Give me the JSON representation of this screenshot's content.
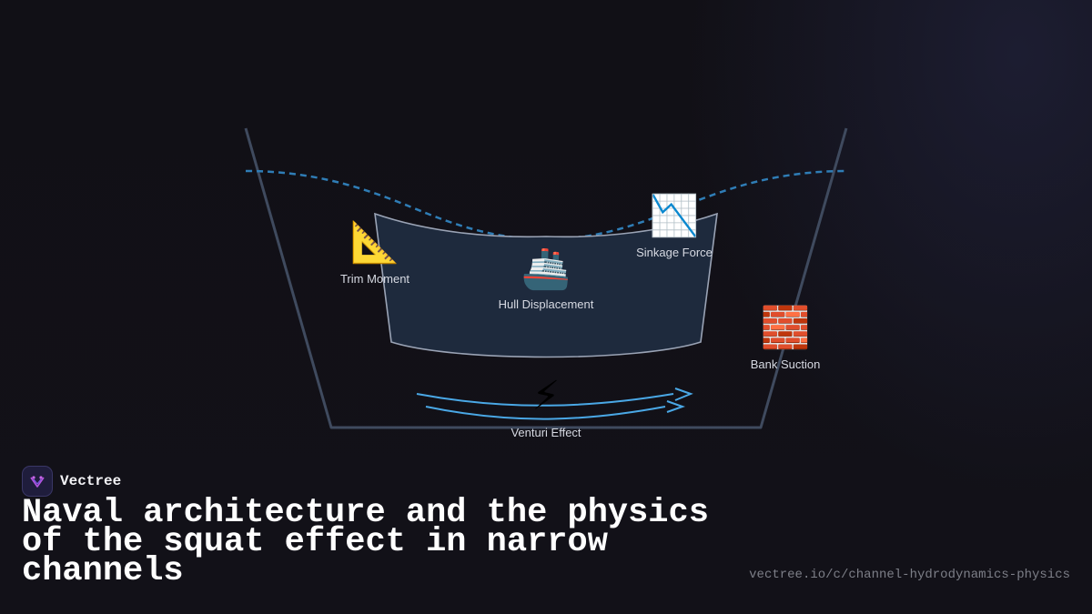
{
  "diagram": {
    "nodes": [
      {
        "id": "trim",
        "label": "Trim Moment",
        "icon": "triangular-ruler-icon",
        "emoji": "📐"
      },
      {
        "id": "hull",
        "label": "Hull Displacement",
        "icon": "ship-icon",
        "emoji": "🚢"
      },
      {
        "id": "sinkage",
        "label": "Sinkage Force",
        "icon": "chart-decreasing-icon",
        "emoji": "📉"
      },
      {
        "id": "bank",
        "label": "Bank Suction",
        "icon": "brick-wall-icon",
        "emoji": "🧱"
      },
      {
        "id": "venturi",
        "label": "Venturi Effect",
        "icon": "lightning-icon",
        "emoji": "⚡"
      }
    ],
    "colors": {
      "channel_outline": "#3f4a5e",
      "water_line": "#2f7db6",
      "hull_fill": "#1e2a3d",
      "hull_stroke": "#9aa3b5",
      "flow_lines": "#4aa8e6"
    }
  },
  "brand": {
    "name": "Vectree",
    "logo_icon": "vectree-logo-icon"
  },
  "headline": "Naval architecture and the physics of the squat effect in narrow channels",
  "url": "vectree.io/c/channel-hydrodynamics-physics"
}
